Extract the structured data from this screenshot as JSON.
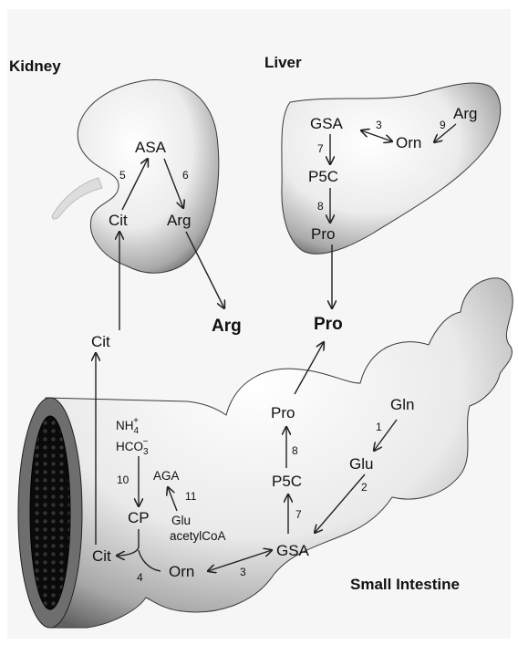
{
  "organs": {
    "kidney": "Kidney",
    "liver": "Liver",
    "intestine": "Small Intestine"
  },
  "kidney": {
    "asa": "ASA",
    "cit": "Cit",
    "arg": "Arg",
    "step5": "5",
    "step6": "6"
  },
  "liver": {
    "gsa": "GSA",
    "orn": "Orn",
    "arg": "Arg",
    "p5c": "P5C",
    "pro": "Pro",
    "step3": "3",
    "step9": "9",
    "step7": "7",
    "step8": "8"
  },
  "circulation": {
    "arg": "Arg",
    "pro": "Pro",
    "cit": "Cit"
  },
  "intestine": {
    "nh4": "NH",
    "nh4_sub": "4",
    "nh4_sup": "+",
    "hco3": "HCO",
    "hco3_sub": "3",
    "hco3_sup": "−",
    "aga": "AGA",
    "cp": "CP",
    "glu_label": "Glu",
    "acetylcoa": "acetylCoA",
    "cit": "Cit",
    "orn": "Orn",
    "gsa": "GSA",
    "p5c": "P5C",
    "pro": "Pro",
    "gln": "Gln",
    "glu": "Glu",
    "step10": "10",
    "step11": "11",
    "step4": "4",
    "step3": "3",
    "step7": "7",
    "step8": "8",
    "step1": "1",
    "step2": "2"
  }
}
